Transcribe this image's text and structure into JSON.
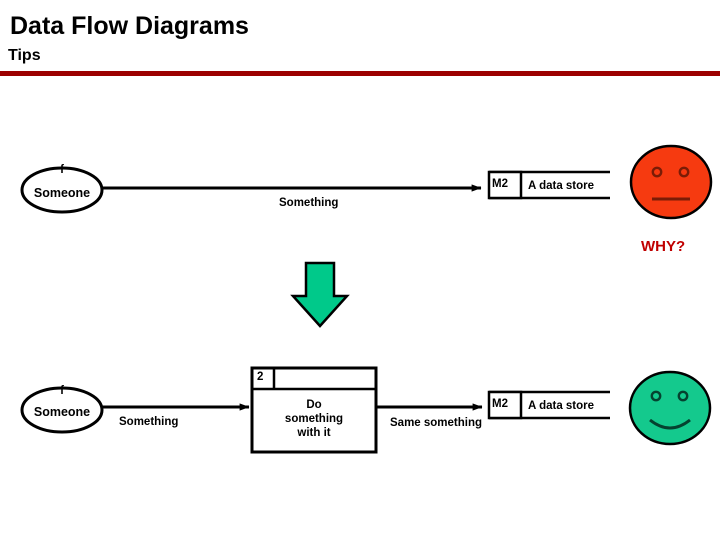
{
  "slide": {
    "title": "Data Flow Diagrams",
    "subtitle": "Tips",
    "rule_color": "#9c0000",
    "background": "#ffffff"
  },
  "colors": {
    "accent_red": "#9c0000",
    "why_red": "#c00000",
    "arrow_green": "#00c98a",
    "face_red": "#f63a10",
    "face_green": "#14c98d",
    "stroke": "#000000"
  },
  "diagram_top": {
    "external_entity": {
      "id": "f",
      "label": "Someone"
    },
    "flow_label": "Something",
    "data_store": {
      "id": "M2",
      "label": "A data store"
    },
    "face": {
      "name": "neutral-face",
      "mood": "neutral",
      "color": "#f63a10"
    },
    "annotation": "WHY?"
  },
  "transition": {
    "arrow": "down-arrow",
    "color": "#00c98a"
  },
  "diagram_bottom": {
    "external_entity": {
      "id": "f",
      "label": "Someone"
    },
    "flow_in_label": "Something",
    "process": {
      "id": "2",
      "label": "Do\nsomething\nwith it",
      "line1": "Do",
      "line2": "something",
      "line3": "with it"
    },
    "flow_out_label": "Same something",
    "data_store": {
      "id": "M2",
      "label": "A data store"
    },
    "face": {
      "name": "smiley-face",
      "mood": "happy",
      "color": "#14c98d"
    }
  }
}
